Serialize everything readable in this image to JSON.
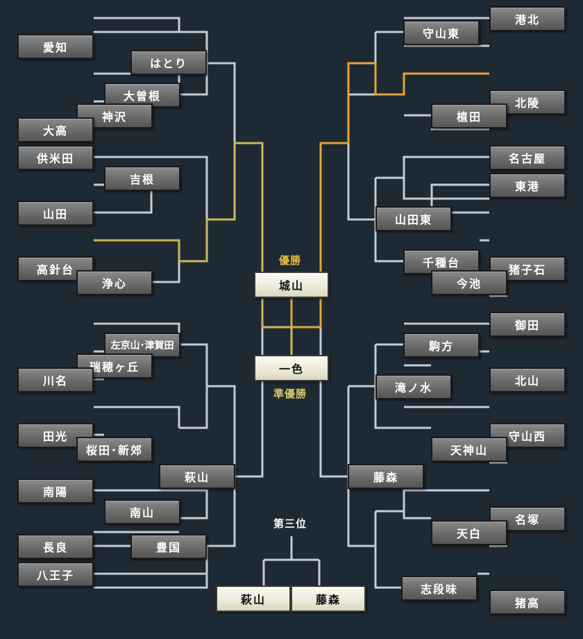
{
  "labels": {
    "champion": "優勝",
    "runner_up": "準優勝",
    "third_place": "第三位"
  },
  "colors": {
    "background": "#1e2a33",
    "line": "#c4ccd4",
    "champion_path": "#e8a33a",
    "runner_up_path": "#cdb95a"
  },
  "teams": {
    "aichi": "愛知",
    "hatori": "はとり",
    "osone": "大曽根",
    "kanzawa": "神沢",
    "taiko": "大高",
    "kumeda": "供米田",
    "yoshine": "吉根",
    "yamada": "山田",
    "takabaridai": "高針台",
    "joshin": "浄心",
    "sakyoyama_tsukada": "左京山･津賀田",
    "mizuhogaoka": "瑞穂ヶ丘",
    "kawana": "川名",
    "denko": "田光",
    "sakurada_shingo": "桜田･新郊",
    "hagiyama": "萩山",
    "nanyo": "南陽",
    "minamiyama": "南山",
    "nagara": "長良",
    "hokoku": "豊国",
    "hachioji": "八王子",
    "kohoku": "港北",
    "moriyama_higashi": "守山東",
    "hokuryo": "北陵",
    "ueda": "植田",
    "nagoya": "名古屋",
    "toko": "東港",
    "yamada_higashi": "山田東",
    "chikusadai": "千種台",
    "inokoishi": "猪子石",
    "imaike": "今池",
    "mita": "御田",
    "komagata": "駒方",
    "takinomizu": "滝ノ水",
    "kitayama": "北山",
    "moriyama_nishi": "守山西",
    "tenjinyama": "天神山",
    "fujimori": "藤森",
    "nazuka": "名塚",
    "tenpaku": "天白",
    "shidami": "志段味",
    "ikodaka": "猪高",
    "shiroyama": "城山",
    "isshiki": "一色"
  },
  "finals": {
    "champion": "城山",
    "runner_up": "一色",
    "third_place_1": "萩山",
    "third_place_2": "藤森"
  }
}
